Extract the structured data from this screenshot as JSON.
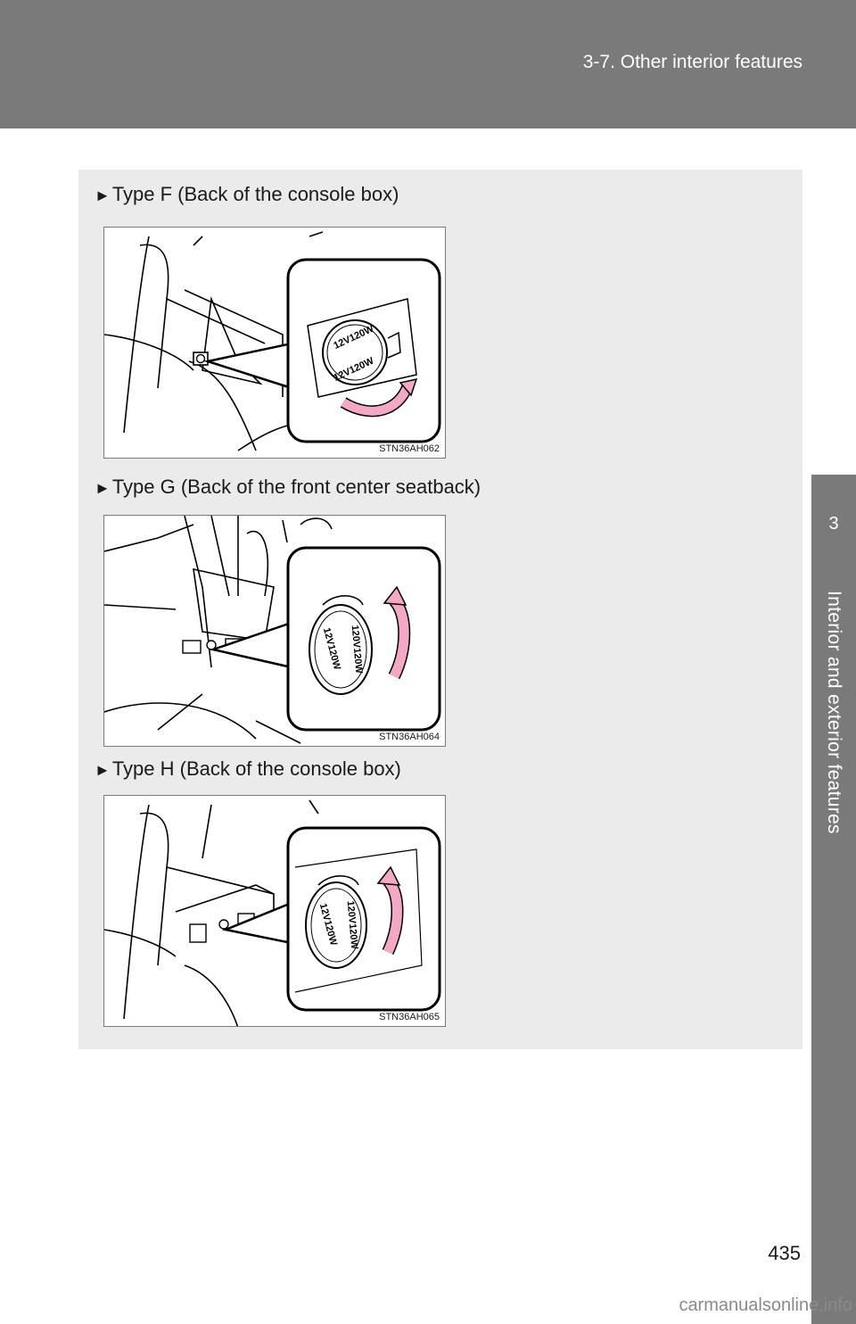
{
  "header": {
    "section": "3-7. Other interior features"
  },
  "side_tab": {
    "chapter_number": "3",
    "chapter_title": "Interior and exterior features"
  },
  "items": [
    {
      "arrow": "►",
      "title": "Type F (Back of the console box)",
      "figure_code": "STN36AH062",
      "cap_text_a": "12V120W",
      "cap_text_b": "12V120W"
    },
    {
      "arrow": "►",
      "title": "Type G (Back of the front center seatback)",
      "figure_code": "STN36AH064",
      "cap_text_a": "12V120W",
      "cap_text_b": "120V120W"
    },
    {
      "arrow": "►",
      "title": "Type H (Back of the console box)",
      "figure_code": "STN36AH065",
      "cap_text_a": "12V120W",
      "cap_text_b": "120V120W"
    }
  ],
  "page_number": "435",
  "watermark": "carmanualsonline.info",
  "colors": {
    "header_gray": "#7a7a7a",
    "panel_gray": "#ebebeb",
    "arrow_pink": "#f3a8c4"
  }
}
